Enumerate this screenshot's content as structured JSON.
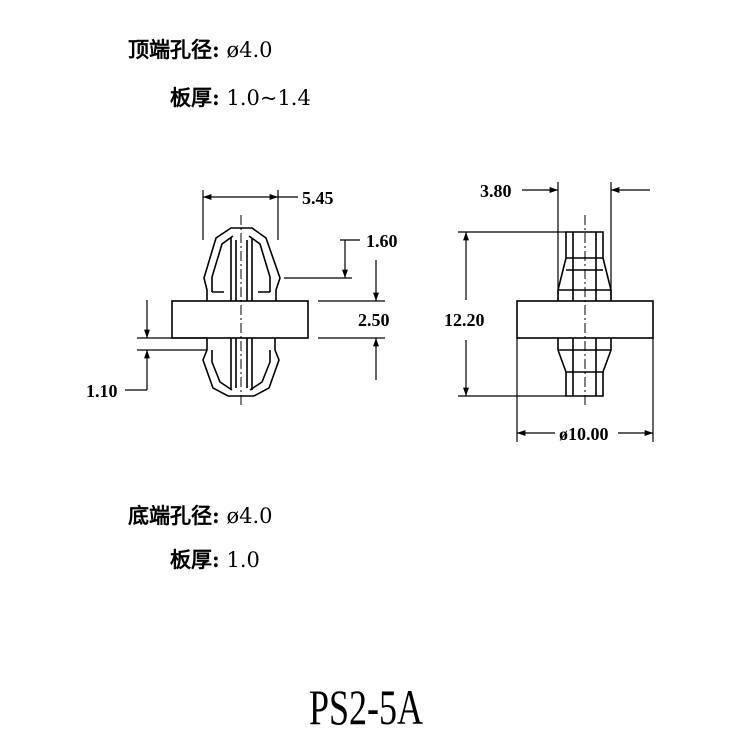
{
  "top_spec": {
    "hole_label": "顶端孔径:",
    "hole_value": "ø4.0",
    "thickness_label": "板厚:",
    "thickness_value": "1.0~1.4"
  },
  "bottom_spec": {
    "hole_label": "底端孔径:",
    "hole_value": "ø4.0",
    "thickness_label": "板厚:",
    "thickness_value": "1.0"
  },
  "dimensions": {
    "head_width": "5.45",
    "head_height": "1.60",
    "flange_thickness": "2.50",
    "lower_gap": "1.10",
    "pin_width": "3.80",
    "total_height": "12.20",
    "flange_diameter": "ø10.00"
  },
  "model": "PS2-5A"
}
